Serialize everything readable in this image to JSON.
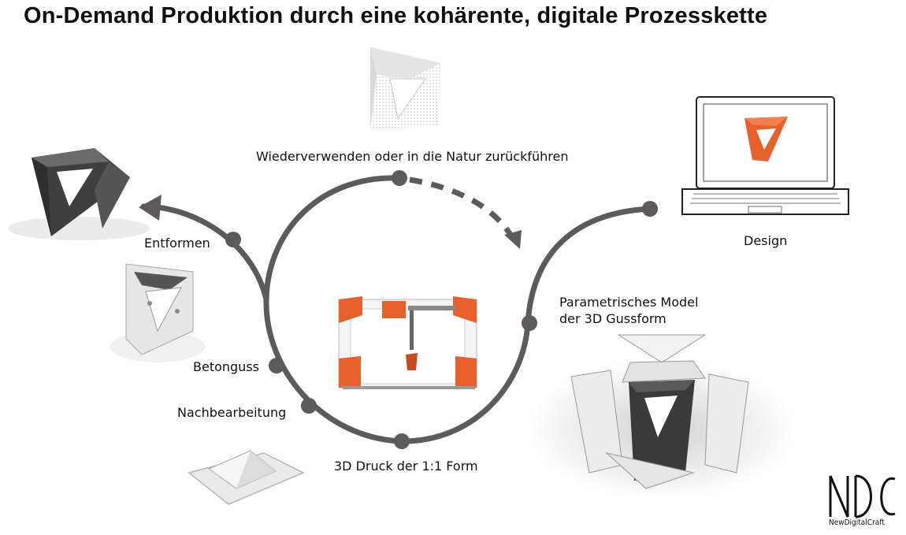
{
  "title": "On-Demand Produktion durch eine kohärente, digitale Prozesskette",
  "steps": {
    "reuse": "Wiederverwenden oder in die Natur zurückführen",
    "design": "Design",
    "model_line1": "Parametrisches Model",
    "model_line2": "der 3D Gussform",
    "print": "3D Druck der 1:1 Form",
    "postprocess": "Nachbearbeitung",
    "casting": "Betonguss",
    "demold": "Entformen"
  },
  "logo": {
    "mark": "NDC",
    "name": "NewDigitalCraft"
  },
  "colors": {
    "path": "#5e5a5a",
    "accent": "#e8602c",
    "concrete": "#4a4a4a"
  }
}
